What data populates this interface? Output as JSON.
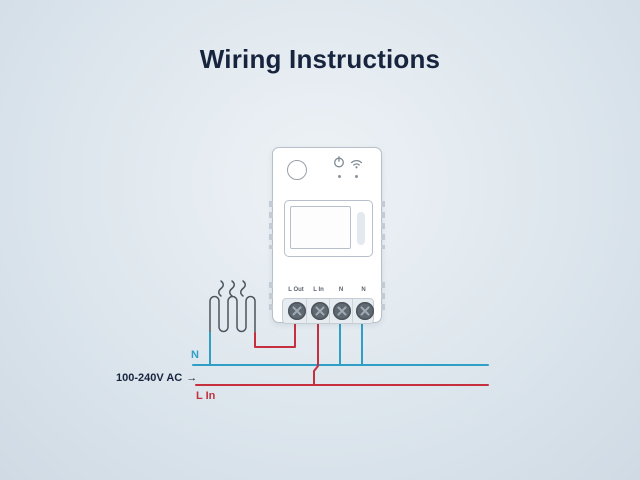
{
  "title": "Wiring Instructions",
  "device": {
    "terminals": [
      {
        "label": "L Out"
      },
      {
        "label": "L In"
      },
      {
        "label": "N"
      },
      {
        "label": "N"
      }
    ]
  },
  "wiring_labels": {
    "neutral": "N",
    "supply": "100-240V AC",
    "supply_arrow": "→",
    "live": "L In"
  },
  "colors": {
    "live_wire": "#C62F3E",
    "neutral_wire": "#2F9FC6",
    "title_text": "#17243E",
    "device_outline": "#B7C0C9",
    "diagram_ink": "#4B555E"
  },
  "icons": {
    "button": "device-button",
    "power": "power-icon",
    "wifi": "wifi-icon",
    "heater": "heating-element-icon",
    "heat_waves": "heat-waves-icon",
    "supply_arrow": "right-arrow-icon"
  }
}
